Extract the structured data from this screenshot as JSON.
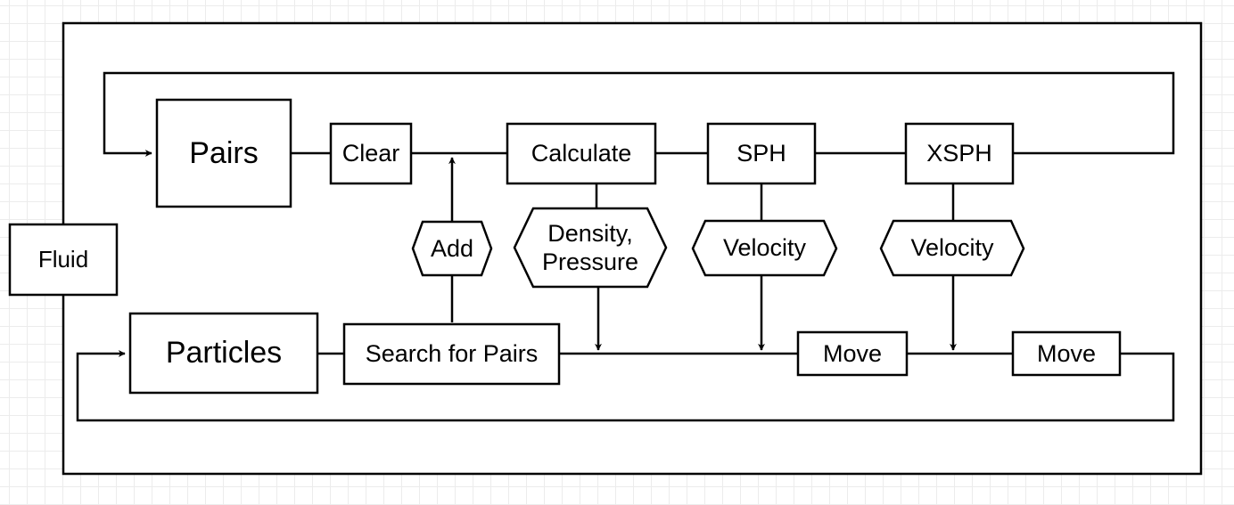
{
  "diagram": {
    "fluid": "Fluid",
    "pairs": "Pairs",
    "clear": "Clear",
    "calculate": "Calculate",
    "sph": "SPH",
    "xsph": "XSPH",
    "add": "Add",
    "density_pressure": "Density,\nPressure",
    "velocity_sph": "Velocity",
    "velocity_xsph": "Velocity",
    "particles": "Particles",
    "search_for_pairs": "Search for Pairs",
    "move_1": "Move",
    "move_2": "Move"
  },
  "colors": {
    "stroke": "#000000",
    "fill": "#ffffff",
    "grid": "#ececec"
  }
}
